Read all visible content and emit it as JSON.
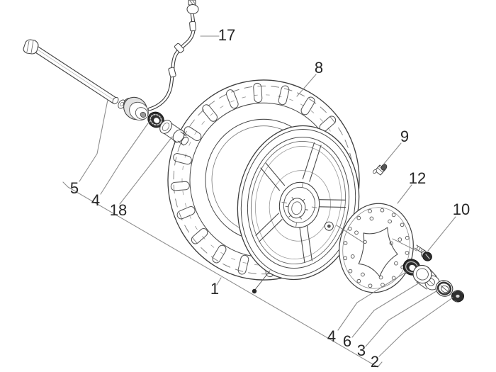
{
  "figure": {
    "kind": "exploded-parts-diagram",
    "palette": {
      "background": "#ffffff",
      "line": "#4a4a4a",
      "dark_part": "#2f2f2f",
      "leader": "#8e8e8e",
      "label": "#262626"
    },
    "part_numbers_visible": [
      "1",
      "2",
      "3",
      "4",
      "5",
      "6",
      "8",
      "9",
      "10",
      "12",
      "17",
      "18"
    ]
  },
  "callouts": {
    "c17": {
      "label": "17"
    },
    "c8": {
      "label": "8"
    },
    "c9": {
      "label": "9"
    },
    "c12": {
      "label": "12"
    },
    "c10": {
      "label": "10"
    },
    "c5": {
      "label": "5"
    },
    "c4_left": {
      "label": "4"
    },
    "c18": {
      "label": "18"
    },
    "c1": {
      "label": "1"
    },
    "c4_right": {
      "label": "4"
    },
    "c6": {
      "label": "6"
    },
    "c3": {
      "label": "3"
    },
    "c2": {
      "label": "2"
    }
  }
}
